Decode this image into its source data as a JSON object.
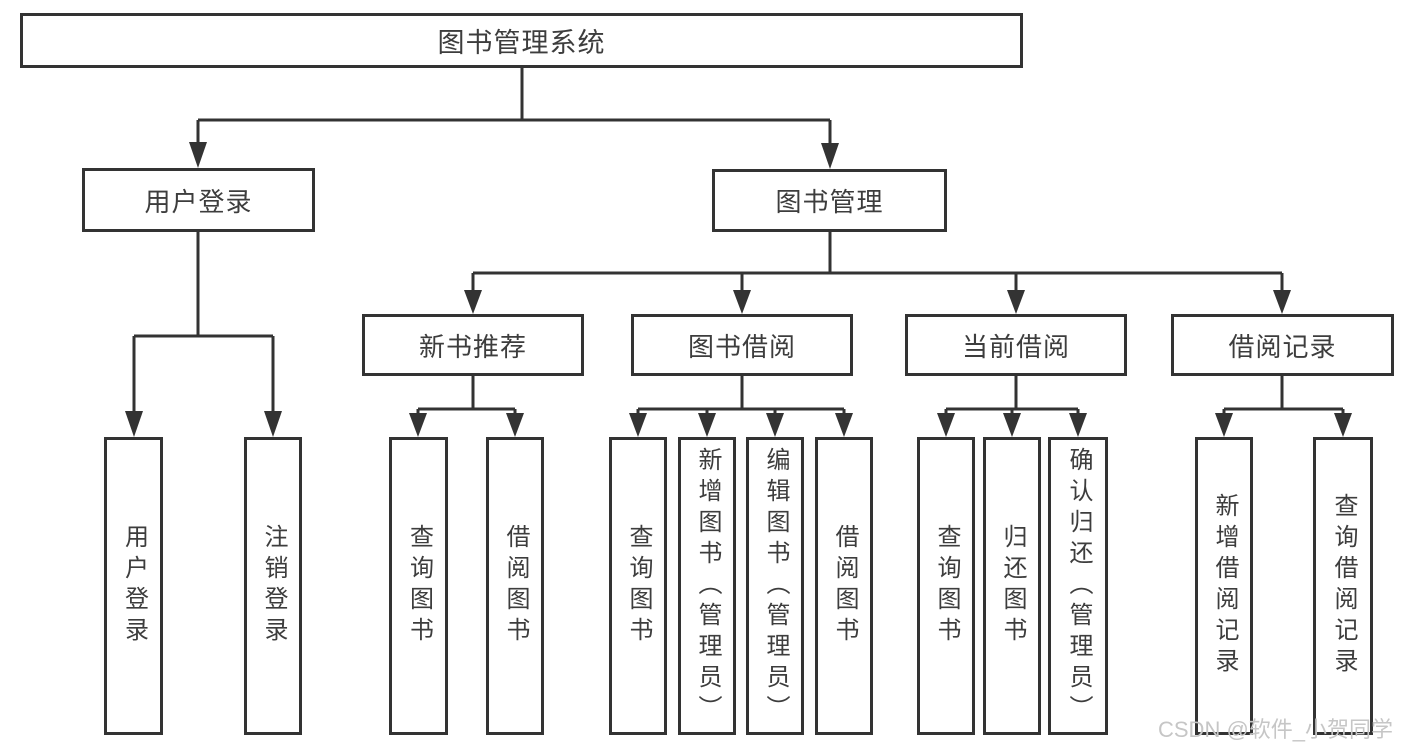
{
  "diagram_type": "hierarchy-structure-chart",
  "tree": {
    "label": "图书管理系统",
    "children": [
      {
        "label": "用户登录",
        "children": [
          {
            "label": "用户登录"
          },
          {
            "label": "注销登录"
          }
        ]
      },
      {
        "label": "图书管理",
        "children": [
          {
            "label": "新书推荐",
            "children": [
              {
                "label": "查询图书"
              },
              {
                "label": "借阅图书"
              }
            ]
          },
          {
            "label": "图书借阅",
            "children": [
              {
                "label": "查询图书"
              },
              {
                "label": "新增图书（管理员）"
              },
              {
                "label": "编辑图书（管理员）"
              },
              {
                "label": "借阅图书"
              }
            ]
          },
          {
            "label": "当前借阅",
            "children": [
              {
                "label": "查询图书"
              },
              {
                "label": "归还图书"
              },
              {
                "label": "确认归还（管理员）"
              }
            ]
          },
          {
            "label": "借阅记录",
            "children": [
              {
                "label": "新增借阅记录"
              },
              {
                "label": "查询借阅记录"
              }
            ]
          }
        ]
      }
    ]
  },
  "watermark": {
    "text": "CSDN @软件_小贺同学"
  },
  "colors": {
    "line": "#333333",
    "box_border": "#333333",
    "text": "#3d3d3d",
    "watermark": "#c6c6c6",
    "background": "#ffffff"
  }
}
